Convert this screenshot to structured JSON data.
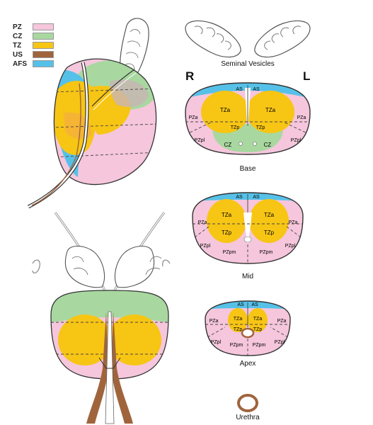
{
  "legend": [
    {
      "label": "PZ",
      "color": "#f5c6dc"
    },
    {
      "label": "CZ",
      "color": "#a8d8a0"
    },
    {
      "label": "TZ",
      "color": "#f7c514"
    },
    {
      "label": "US",
      "color": "#a0643c"
    },
    {
      "label": "AFS",
      "color": "#56c1e8"
    }
  ],
  "orientation": {
    "right": "R",
    "left": "L"
  },
  "captions": {
    "seminal_vesicles": "Seminal Vesicles",
    "base": "Base",
    "mid": "Mid",
    "apex": "Apex",
    "urethra": "Urethra"
  },
  "base_labels": {
    "as": "AS",
    "tza": "TZa",
    "tzp": "TZp",
    "pza": "PZa",
    "pzpl": "PZpl",
    "cz": "CZ"
  },
  "mid_labels": {
    "as": "AS",
    "tza": "TZa",
    "tzp": "TZp",
    "pza": "PZa",
    "pzpl": "PZpl",
    "pzpm": "PZpm"
  },
  "apex_labels": {
    "as": "AS",
    "tza": "TZa",
    "tzp": "TZp",
    "pza": "PZa",
    "pzpl": "PZpl",
    "pzpm": "PZpm"
  }
}
